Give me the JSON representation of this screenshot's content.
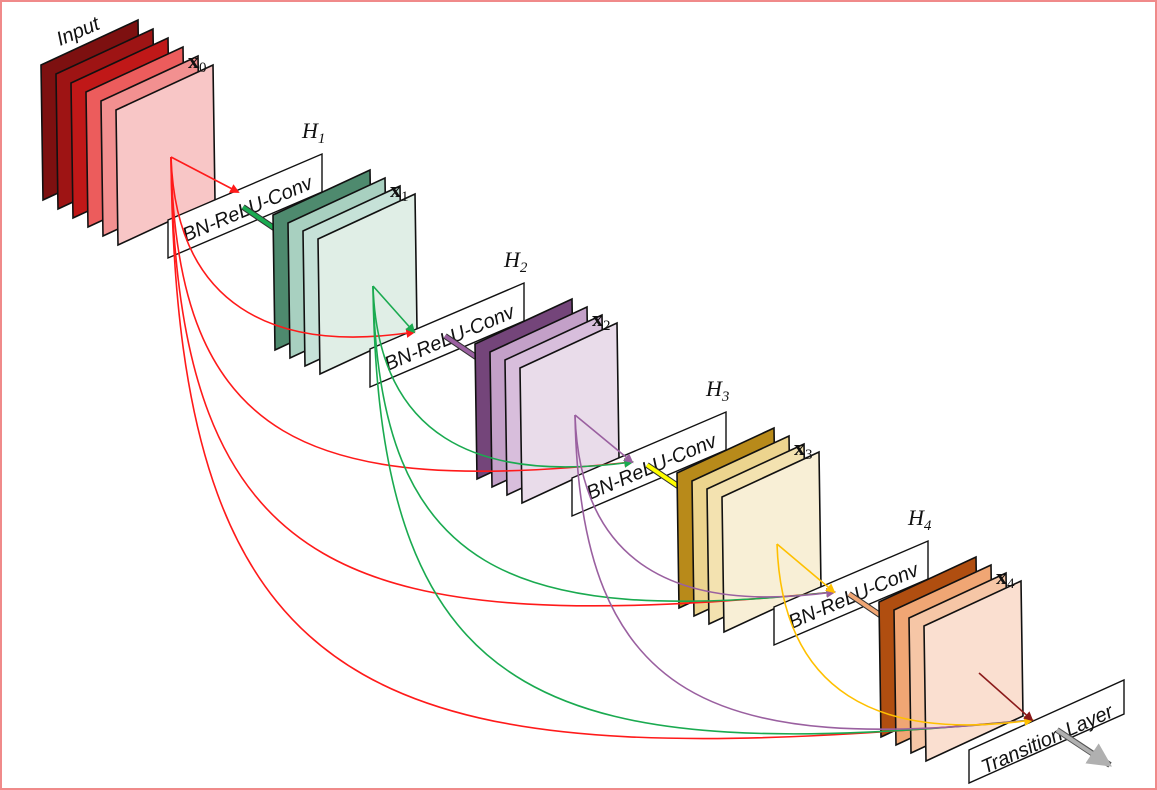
{
  "input_label": "Input",
  "feature_maps": [
    {
      "id": "x0",
      "label": "x",
      "sub": "0",
      "colors": [
        "#7d1010",
        "#9e1414",
        "#c01818",
        "#ec5c5c",
        "#f29090",
        "#f8c6c6"
      ],
      "line_color": "#ff1a1a"
    },
    {
      "id": "x1",
      "label": "x",
      "sub": "1",
      "colors": [
        "#4e8a6e",
        "#a8d0c0",
        "#c6e2d8",
        "#e0eee6"
      ],
      "line_color": "#1aaa50"
    },
    {
      "id": "x2",
      "label": "x",
      "sub": "2",
      "colors": [
        "#74457a",
        "#c3a0c8",
        "#d8bedc",
        "#e9dcea"
      ],
      "line_color": "#9a60a0"
    },
    {
      "id": "x3",
      "label": "x",
      "sub": "3",
      "colors": [
        "#b88a1a",
        "#ecd48e",
        "#f3e2b0",
        "#f8efd6"
      ],
      "line_color": "#ffc000"
    },
    {
      "id": "x4",
      "label": "x",
      "sub": "4",
      "colors": [
        "#b04e10",
        "#f0a674",
        "#f6c6a6",
        "#fadfd0"
      ],
      "line_color": "#8b1a1a"
    }
  ],
  "layers": [
    {
      "h": "H",
      "sub": "1",
      "text": "BN-ReLU-Conv",
      "connector_color": "#1aaa50"
    },
    {
      "h": "H",
      "sub": "2",
      "text": "BN-ReLU-Conv",
      "connector_color": "#9a60a0"
    },
    {
      "h": "H",
      "sub": "3",
      "text": "BN-ReLU-Conv",
      "connector_color": "#ffff00"
    },
    {
      "h": "H",
      "sub": "4",
      "text": "BN-ReLU-Conv",
      "connector_color": "#f0a674"
    }
  ],
  "transition_label": "Transition Layer",
  "output_arrow_color": "#b0b0b0"
}
